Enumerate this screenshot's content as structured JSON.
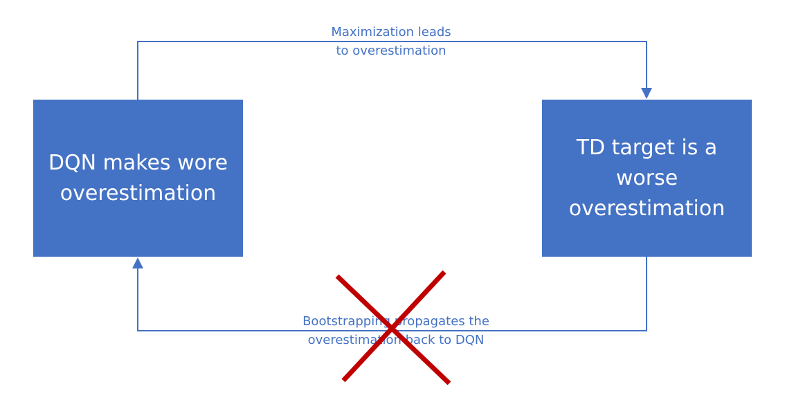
{
  "nodes": {
    "left": {
      "line1": "DQN makes wore",
      "line2": "overestimation"
    },
    "right": {
      "line1": "TD target is a",
      "line2": "worse",
      "line3": "overestimation"
    }
  },
  "edges": {
    "top": {
      "line1": "Maximization leads",
      "line2": "to overestimation"
    },
    "bottom": {
      "line1": "Bootstrapping propagates the",
      "line2": "overestimation back to DQN"
    }
  },
  "colors": {
    "box_fill": "#4472c4",
    "connector": "#4472c4",
    "cross": "#c00000"
  }
}
